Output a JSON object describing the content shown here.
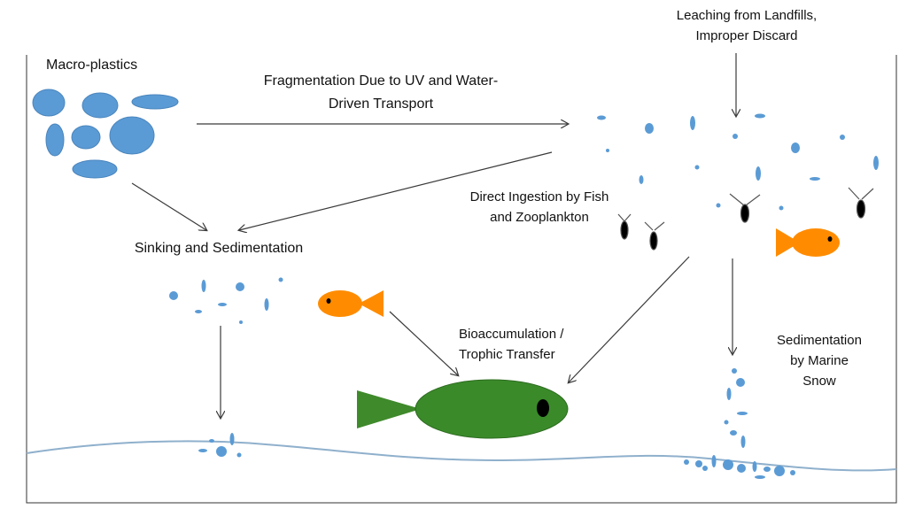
{
  "labels": {
    "macro_plastics": "Macro-plastics",
    "fragmentation_line1": "Fragmentation Due to UV and Water-",
    "fragmentation_line2": "Driven Transport",
    "leaching_line1": "Leaching from Landfills,",
    "leaching_line2": "Improper Discard",
    "ingestion_line1": "Direct Ingestion by Fish",
    "ingestion_line2": "and Zooplankton",
    "sinking": "Sinking and Sedimentation",
    "bioaccumulation_line1": "Bioaccumulation /",
    "bioaccumulation_line2": "Trophic Transfer",
    "marine_snow_line1": "Sedimentation",
    "marine_snow_line2": "by Marine",
    "marine_snow_line3": "Snow"
  },
  "colors": {
    "plastic": "#5b9bd5",
    "small_fish": "#ff8c00",
    "big_fish_body": "#3a8a2a",
    "big_fish_tail": "#3f8a2b",
    "zooplankton": "#000000",
    "seafloor_line": "#8fb0cc",
    "arrow": "#3a3a3a"
  },
  "icons": {
    "macro_plastics": "macro-plastic-blobs",
    "microplastics": "microplastic-particles",
    "small_fish": "orange-fish-icon",
    "large_fish": "green-fish-icon",
    "zooplankton": "zooplankton-icon"
  }
}
